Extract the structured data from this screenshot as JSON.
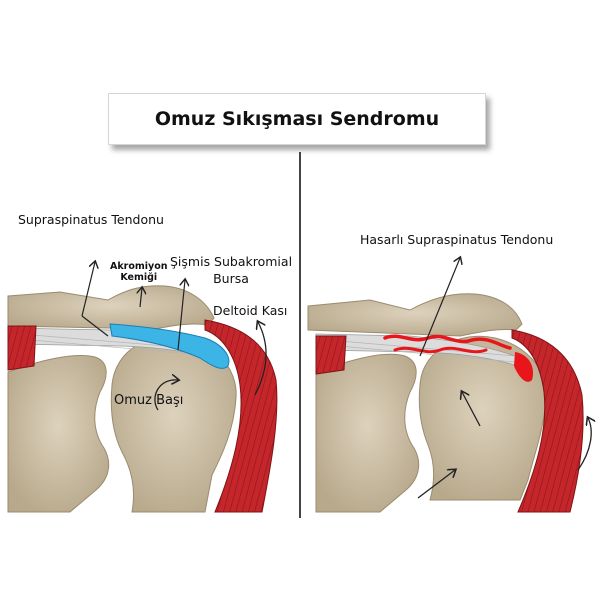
{
  "title": "Omuz Sıkışması Sendromu",
  "left_panel": {
    "supraspinatus_label": "Supraspinatus Tendonu",
    "acromion_label_line1": "Akromiyon",
    "acromion_label_line2": "Kemiği",
    "bursa_label_line1": "Şişmis Subakromial",
    "bursa_label_line2": "Bursa",
    "deltoid_label": "Deltoid Kası",
    "humeral_head_label": "Omuz Başı"
  },
  "right_panel": {
    "damaged_tendon_label": "Hasarlı Supraspinatus Tendonu"
  },
  "colors": {
    "bone": "#cdbfa6",
    "muscle": "#c0262a",
    "tendon": "#dcdcdc",
    "bursa": "#3db4e6",
    "damage": "#e8161b"
  }
}
